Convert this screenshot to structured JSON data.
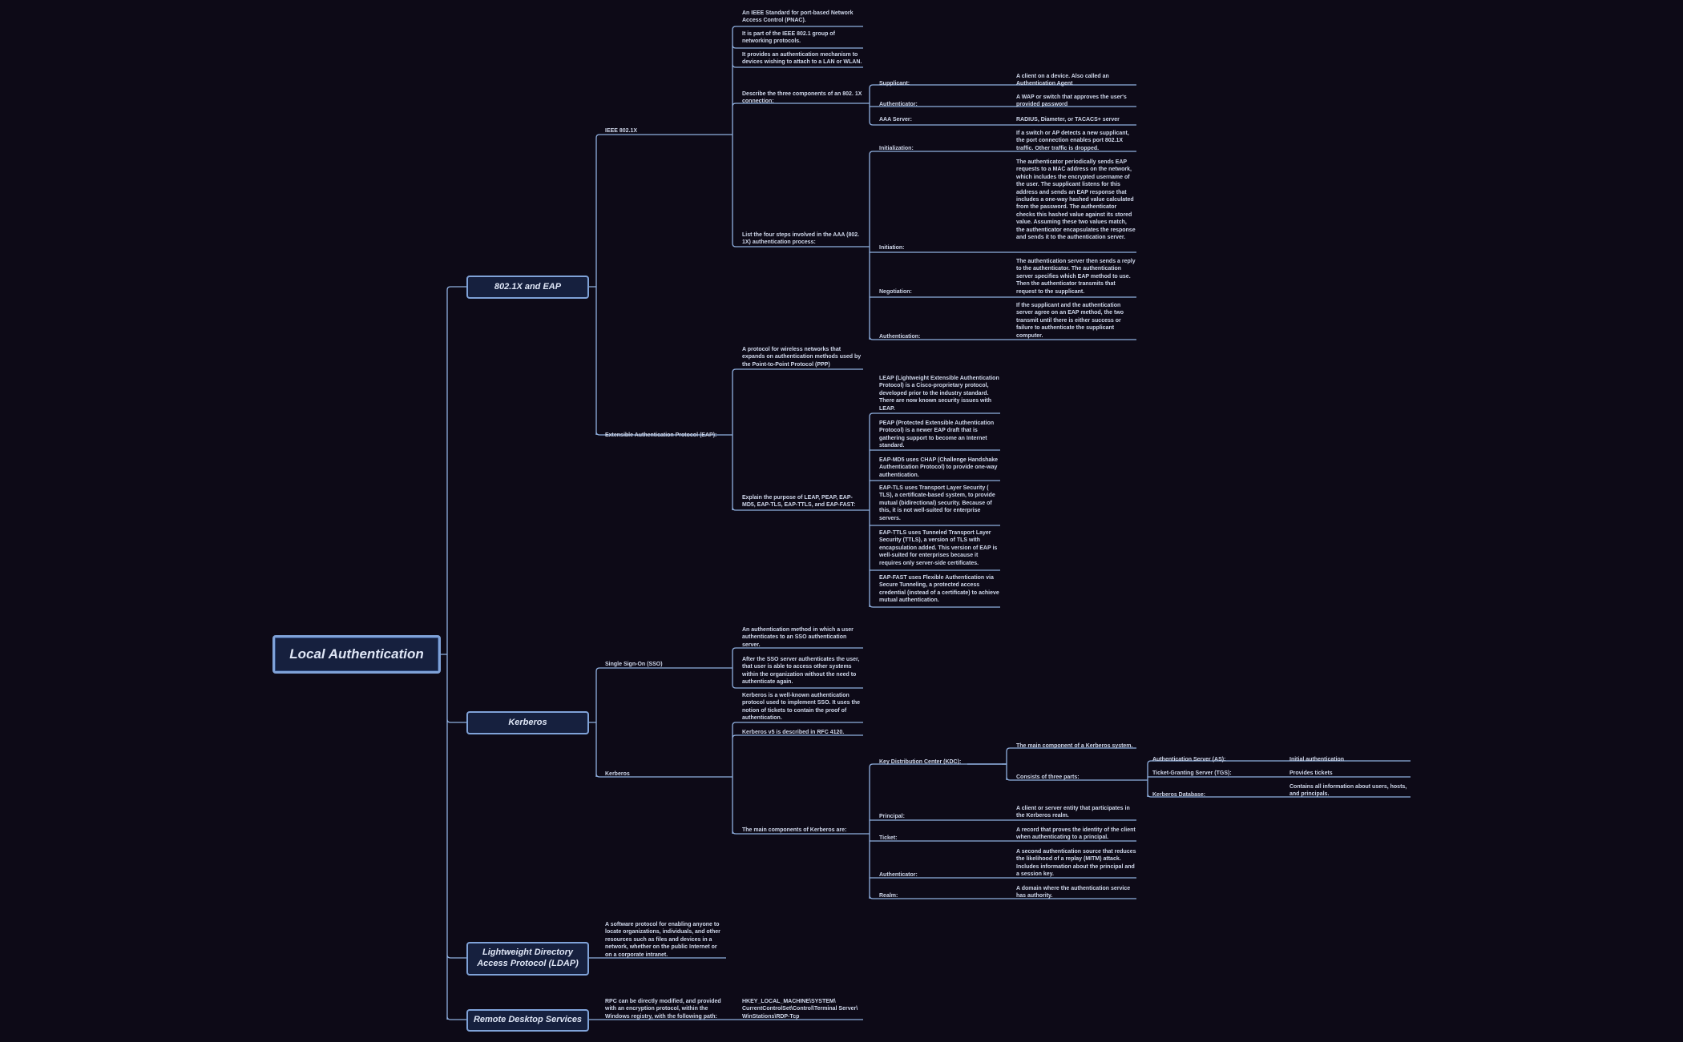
{
  "root": "Local Authentication",
  "branches": {
    "eap": {
      "title": "802.1X and EAP",
      "ieee": {
        "label": "IEEE 802.1X",
        "standard": "An IEEE Standard for port-based Network Access Control (PNAC).",
        "group": "It is part of the IEEE 802.1 group of networking protocols.",
        "mechanism": "It provides an authentication mechanism to devices wishing to attach to a LAN or WLAN.",
        "components": {
          "q": "Describe the three components of an 802. 1X connection:",
          "supplicant": "Supplicant:",
          "supplicant_a": "A client on a device. Also called an Authentication Agent",
          "authenticator": "Authenticator:",
          "authenticator_a": "A WAP or switch that approves the user's provided password",
          "aaa": "AAA Server:",
          "aaa_a": "RADIUS, Diameter, or TACACS+ server"
        },
        "steps": {
          "q": "List the four steps involved in the AAA (802. 1X) authentication process:",
          "init": "Initialization:",
          "init_a": "If a switch or AP detects a new supplicant, the port connection enables port 802.1X traffic. Other traffic is dropped.",
          "initiation": "Initiation:",
          "initiation_a": "The authenticator periodically sends EAP requests to a MAC address on the network, which includes the encrypted username of the user. The supplicant listens for this address and sends an EAP response that includes a one-way hashed value calculated from the password. The authenticator checks this hashed value against its stored value. Assuming these two values match, the authenticator encapsulates the response and sends it to the authentication server.",
          "negotiation": "Negotiation:",
          "negotiation_a": "The authentication server then sends a reply to the authenticator. The authentication server specifies which EAP method to use. Then the authenticator transmits that request to the supplicant.",
          "authentication": "Authentication:",
          "authentication_a": "If the supplicant and the authentication server agree on an EAP method, the two transmit until there is either success or failure to authenticate the supplicant computer."
        }
      },
      "ext": {
        "label": "Extensible Authentication Protocol (EAP):",
        "desc": "A protocol for wireless networks that expands on authentication methods used by the Point-to-Point Protocol (PPP)",
        "purpose": "Explain the purpose of LEAP, PEAP, EAP-MD5, EAP-TLS, EAP-TTLS, and EAP-FAST:",
        "leap": "LEAP (Lightweight Extensible Authentication Protocol) is a Cisco-proprietary protocol, developed prior to the industry standard. There are now known security issues with LEAP.",
        "peap": "PEAP (Protected Extensible Authentication Protocol) is a newer EAP draft that is gathering support to become an Internet standard.",
        "md5": "EAP-MD5 uses CHAP (Challenge Handshake Authentication Protocol) to provide one-way authentication.",
        "tls": "EAP-TLS uses Transport Layer Security ( TLS), a certificate-based system, to provide mutual (bidirectional) security. Because of this, it is not well-suited for enterprise servers.",
        "ttls": "EAP-TTLS uses Tunneled Transport Layer Security (TTLS), a version of TLS with encapsulation added. This version of EAP is well-suited for enterprises because it requires only server-side certificates.",
        "fast": "EAP-FAST uses Flexible Authentication via Secure Tunneling, a protected access credential (instead of a certificate) to achieve mutual authentication."
      }
    },
    "kerberos": {
      "title": "Kerberos",
      "sso": {
        "label": "Single Sign-On (SSO)",
        "a": "An authentication method in which a user authenticates to an SSO authentication server.",
        "b": "After the SSO server authenticates the user, that user is able to access other systems within the organization without the need to authenticate again."
      },
      "krb": {
        "label": "Kerberos",
        "desc": "Kerberos is a well-known authentication protocol used to implement SSO. It uses the notion of tickets to contain the proof of authentication.",
        "rfc": "Kerberos v5 is described in RFC 4120.",
        "components": "The main components of Kerberos are:",
        "kdc": "Key Distribution Center (KDC):",
        "kdc_main": "The main component of a Kerberos system.",
        "kdc_parts": "Consists of three parts:",
        "as": "Authentication Server (AS):",
        "as_a": "Initial authentication",
        "tgs": "Ticket-Granting Server (TGS):",
        "tgs_a": "Provides tickets",
        "db": "Kerberos Database:",
        "db_a": "Contains all information about users, hosts, and principals.",
        "principal": "Principal:",
        "principal_a": "A client or server entity that participates in the Kerberos realm.",
        "ticket": "Ticket:",
        "ticket_a": "A record that proves the identity of the client when authenticating to a principal.",
        "authenticator": "Authenticator:",
        "authenticator_a": "A second authentication source that reduces the likelihood of a replay (MITM) attack. Includes information about the principal and a session key.",
        "realm": "Realm:",
        "realm_a": "A domain where the authentication service has authority."
      }
    },
    "ldap": {
      "title": "Lightweight Directory Access Protocol (LDAP)",
      "desc": "A software protocol for enabling anyone to locate organizations, individuals, and other resources such as files and devices in a network, whether on the public Internet or on a corporate intranet."
    },
    "rds": {
      "title": "Remote Desktop Services",
      "desc": "RPC can be directly modified, and provided with an encryption protocol, within the Windows registry, with the following path:",
      "path": "HKEY_LOCAL_MACHINE\\SYSTEM\\ CurrentControlSet\\Control\\Terminal Server\\ WinStations\\RDP-Tcp"
    }
  },
  "colors": {
    "background": "#0d0a17",
    "line": "#8fb0e0",
    "node_fill": "#16203e",
    "node_border": "#7fa2d8"
  }
}
